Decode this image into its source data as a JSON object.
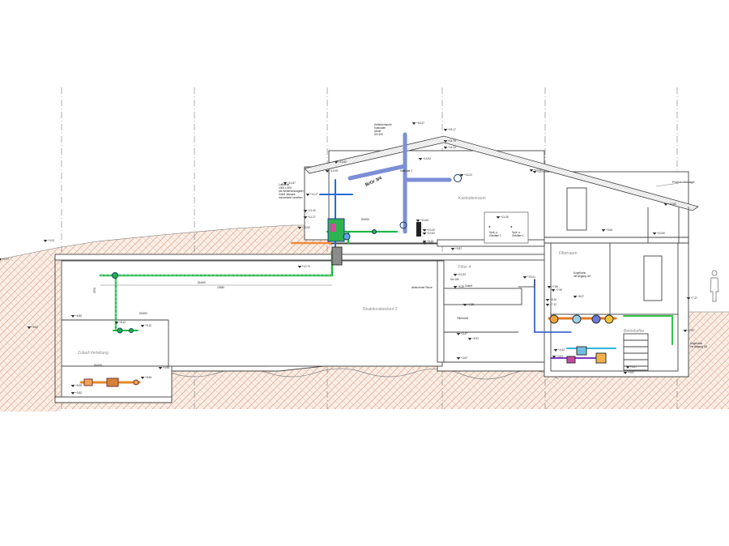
{
  "labels": {
    "zulauf_verteilung": "Zulauf-Verteilung",
    "reaktionsbecken_2": "Reaktionsbecken 2",
    "filter_4": "Filter 4",
    "kaskadenraum": "Kaskadenraum",
    "filterraum": "Filterraum",
    "betriebsflur": "Betriebsflur",
    "brgr": "BrGr 3/4",
    "protokollanlage": "Protokollanlage",
    "kugelhahn_1": "Kugelhahn",
    "kugelhahn_1b": "mit Abgang 3/4",
    "kugelhahn_2": "Kugelhahn",
    "kugelhahn_2b": "mit Abgang 3/4",
    "luftkanal_1": "Luftkanal",
    "luftkanal_2": "1000 x 500",
    "luftkanal_3": "mit Wetterschutzgitter",
    "luftkanal_4": "Zuluft Jalousie",
    "luftkanal_5": "horizontale Lamellen",
    "deflektor_1": "Deflektorhaube",
    "deflektor_2": "Kaskaden",
    "deflektor_3": "Abluft",
    "deflektor_4": "DN 400",
    "dn200_a": "DN200",
    "dn200_b": "DN200",
    "dn200_c": "DN200",
    "dn150_a": "DN150",
    "zulauf_label": "Zulauf",
    "filterrinne": "Filterrinne",
    "abstroemer": "Abstrohmer Rinne",
    "zulauf_dn": "DN 150",
    "spuel_1": "Spül.-u.",
    "spuel_2": "Gebläse 2",
    "spuel_3": "Spül.-u.",
    "spuel_4": "Gebläse 1",
    "dim_10980": "10980",
    "dim_3376": "3376",
    "kaskade": "Kaskade 2"
  },
  "elevations": [
    "+15.47",
    "+15.17",
    "+14.79",
    "+14.34",
    "+13.92",
    "+13.05",
    "+13.82",
    "+13.22",
    "+12.87",
    "+12.27",
    "+11.42",
    "+11.27",
    "+11.05",
    "+10.63",
    "+10.60",
    "+10.70",
    "+10.42",
    "+10.62",
    "+10.52",
    "+10.82",
    "+10.33",
    "+9.70",
    "+9.87",
    "+9.52",
    "+9.12",
    "+8.35",
    "+8.27",
    "+8.10",
    "+8.12",
    "+7.80",
    "+7.90",
    "+7.25",
    "+7.27",
    "+7.87",
    "+7.12",
    "+6.87",
    "+6.82",
    "+6.57",
    "+6.47",
    "+5.05",
    "+5.53",
    "+4.95",
    "+4.67",
    "+4.42",
    "+4.31",
    "+4.27",
    "+3.97",
    "+3.82",
    "+3.37",
    "+3.22",
    "+9.63",
    "+10.30",
    "+15.01",
    "+13.91"
  ]
}
